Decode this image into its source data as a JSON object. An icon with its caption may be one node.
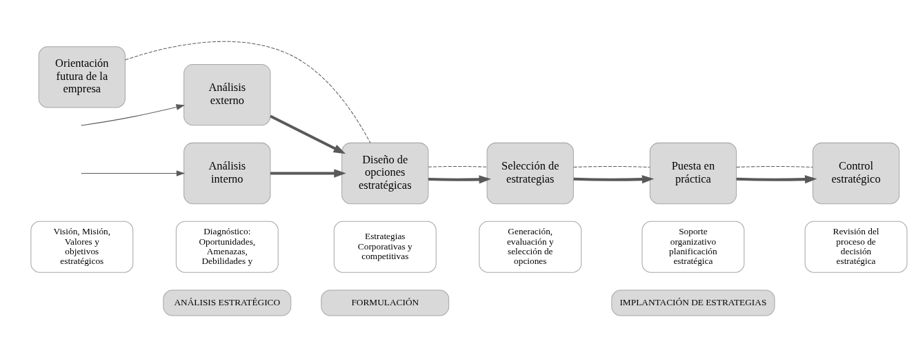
{
  "diagram": {
    "nodes": [
      {
        "text": [
          "Orientación futura de la empresa"
        ]
      },
      {
        "text": [
          "Análisis externo"
        ]
      },
      {
        "text": [
          "Análisis interno"
        ]
      },
      {
        "text": [
          "Diseño de opciones estratégicas"
        ]
      },
      {
        "text": [
          "Selección de estrategias"
        ]
      },
      {
        "text": [
          "Puesta en práctica"
        ]
      },
      {
        "text": [
          "Control estratégico"
        ]
      },
      {
        "text": [
          "Visión, Misión, Valores y objetivos estratégicos"
        ]
      },
      {
        "text": [
          "Diagnóstico: Oportunidades, Amenazas, Debilidades y"
        ]
      },
      {
        "text": [
          "Estrategias Corporativas y competitivas"
        ]
      },
      {
        "text": [
          "Generación, evaluación y selección de opciones"
        ]
      },
      {
        "text": [
          "Soporte organizativo planificación estratégica"
        ]
      },
      {
        "text": [
          "Revisión del proceso de decisión estratégica"
        ]
      },
      {
        "text": [
          "ANÁLISIS ESTRATÉGICO"
        ]
      },
      {
        "text": [
          "FORMULACIÓN"
        ]
      },
      {
        "text": [
          "IMPLANTACIÓN DE ESTRATEGIAS"
        ]
      }
    ],
    "edges": [
      {
        "from": null,
        "to": 1,
        "arrow": "to"
      },
      {
        "from": null,
        "to": 2,
        "arrow": "to"
      },
      {
        "from": 1,
        "to": 3,
        "arrow": "to",
        "style": "thick"
      },
      {
        "from": 2,
        "to": 3,
        "arrow": "to",
        "style": "thick"
      },
      {
        "from": 3,
        "to": 4,
        "arrow": "to",
        "style": "thick"
      },
      {
        "from": 4,
        "to": 5,
        "arrow": "to",
        "style": "thick"
      },
      {
        "from": 5,
        "to": 6,
        "arrow": "to",
        "style": "thick"
      },
      {
        "from": 0,
        "to": 3,
        "arrow": "none",
        "style": "dashed"
      },
      {
        "from": 3,
        "to": 4,
        "arrow": "none",
        "style": "dashed"
      },
      {
        "from": 4,
        "to": 5,
        "arrow": "none",
        "style": "dashed"
      },
      {
        "from": 5,
        "to": 6,
        "arrow": "none",
        "style": "dashed"
      }
    ]
  }
}
